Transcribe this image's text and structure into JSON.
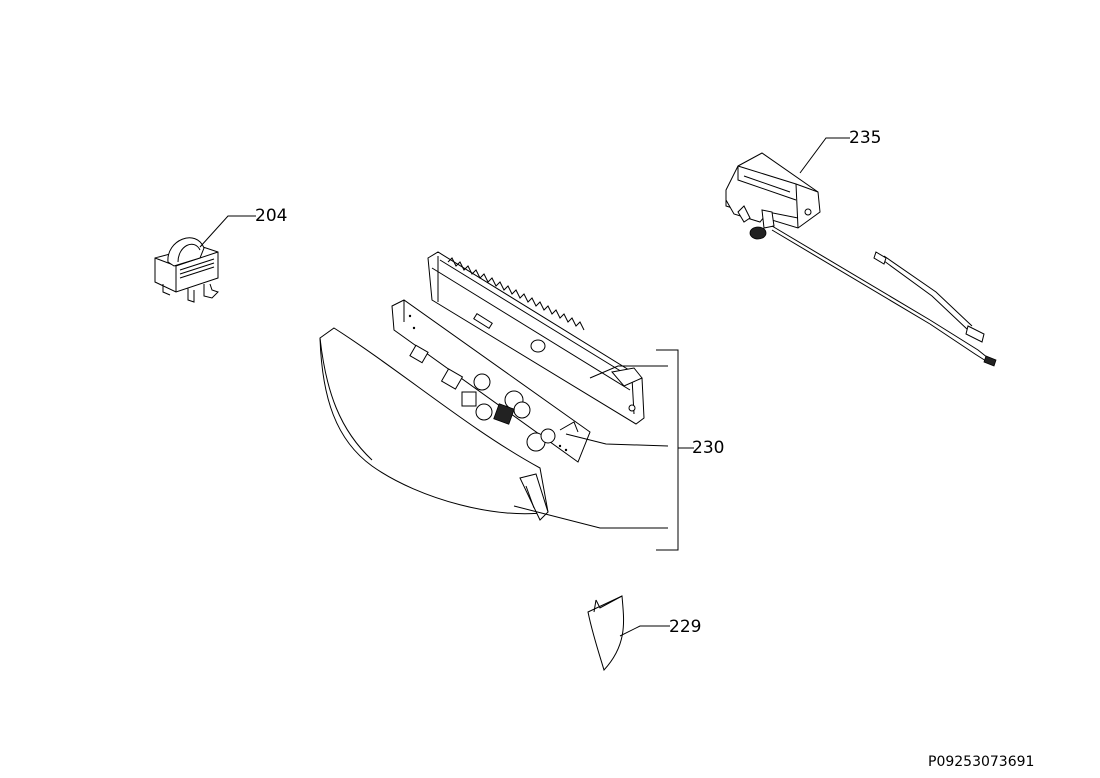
{
  "callouts": {
    "c204": "204",
    "c235": "235",
    "c230": "230",
    "c229": "229"
  },
  "drawing_code": "P09253073691"
}
